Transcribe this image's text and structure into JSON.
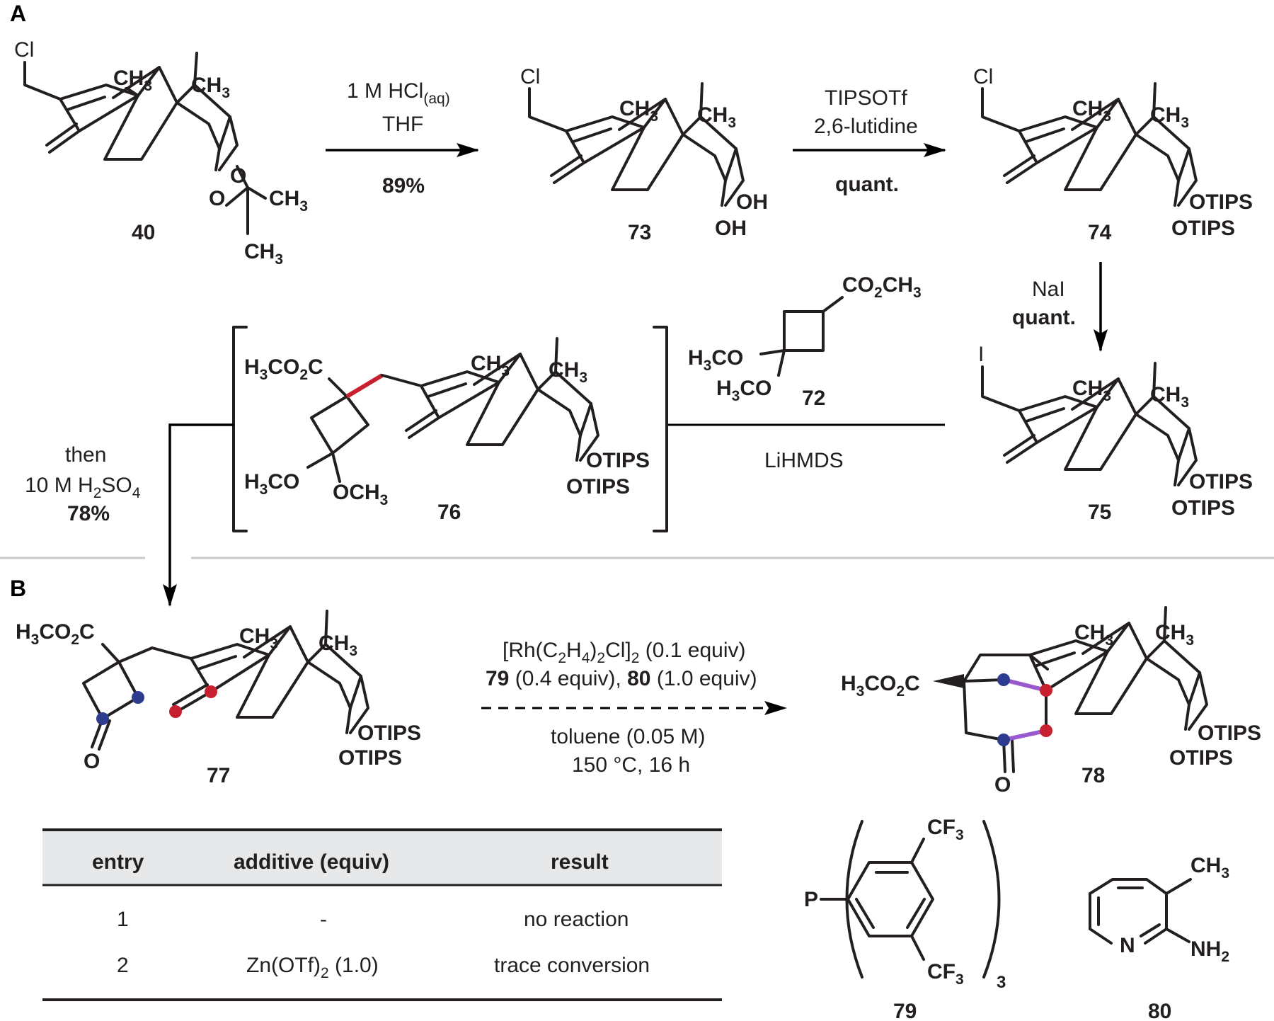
{
  "panels": {
    "a": "A",
    "b": "B"
  },
  "compounds": {
    "c40": "40",
    "c73": "73",
    "c74": "74",
    "c75": "75",
    "c76": "76",
    "c72": "72",
    "c77": "77",
    "c78": "78",
    "c79": "79",
    "c80": "80"
  },
  "atoms": {
    "cl": "Cl",
    "i": "I",
    "ch3": "CH",
    "sub3": "3",
    "sub2": "2",
    "o": "O",
    "oh": "OH",
    "otips": "OTIPS",
    "h3co": "H",
    "co": "CO",
    "h3co2c_pre": "H",
    "co2c": "CO",
    "c": "C",
    "co2ch3": "CO",
    "ch": "CH",
    "och3": "OCH",
    "p": "P",
    "n": "N",
    "nh2": "NH",
    "cf3": "CF",
    "sub3b": "3"
  },
  "step1": {
    "reagent": "1 M HCl",
    "reagent_sub": "(aq)",
    "solvent": "THF",
    "yield": "89%"
  },
  "step2": {
    "reagent": "TIPSOTf",
    "base": "2,6-lutidine",
    "yield": "quant."
  },
  "step3": {
    "reagent": "NaI",
    "yield": "quant."
  },
  "step4": {
    "base": "LiHMDS"
  },
  "step5": {
    "then": "then",
    "acid_pre": "10 M H",
    "acid_sub1": "2",
    "acid_mid": "SO",
    "acid_sub2": "4",
    "yield": "78%"
  },
  "step6": {
    "cat_a": "[Rh(C",
    "cat_sub1": "2",
    "cat_b": "H",
    "cat_sub2": "4",
    "cat_c": ")",
    "cat_sub3": "2",
    "cat_d": "Cl]",
    "cat_sub4": "2",
    "cat_e": " (0.1 equiv)",
    "lig_num": "79",
    "lig_rest": " (0.4 equiv), ",
    "add_num": "80",
    "add_rest": " (1.0 equiv)",
    "solvent": "toluene (0.05 M)",
    "temp": "150 °C, 16 h"
  },
  "table": {
    "headers": [
      "entry",
      "additive (equiv)",
      "result"
    ],
    "rows": [
      {
        "entry": "1",
        "additive": "-",
        "additive_sub": "",
        "additive_tail": "",
        "result": "no reaction"
      },
      {
        "entry": "2",
        "additive": "Zn(OTf)",
        "additive_sub": "2",
        "additive_tail": " (1.0)",
        "result": "trace conversion"
      }
    ]
  },
  "colors": {
    "bond_new_red": "#c8202f",
    "atom_blue": "#2e3c8f",
    "atom_red": "#c8202f",
    "bond_purple": "#9b59d0",
    "divider": "#c8c8c8",
    "table_header_bg": "#e6e8ea"
  }
}
